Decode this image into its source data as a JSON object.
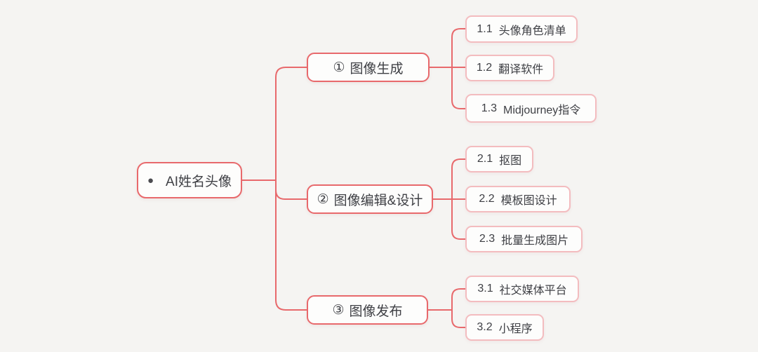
{
  "app": {
    "background_color": "#f5f4f2",
    "accent_color": "#e8696c",
    "leaf_border_color": "#f3bcbf",
    "text_color": "#3f4045"
  },
  "mindmap": {
    "root": {
      "bullet": "●",
      "label": "AI姓名头像"
    },
    "branches": [
      {
        "marker": "①",
        "label": "图像生成",
        "children": [
          {
            "num": "1.1",
            "label": "头像角色清单"
          },
          {
            "num": "1.2",
            "label": "翻译软件"
          },
          {
            "num": "1.3",
            "label": "Midjourney指令"
          }
        ]
      },
      {
        "marker": "②",
        "label": "图像编辑&设计",
        "children": [
          {
            "num": "2.1",
            "label": "抠图"
          },
          {
            "num": "2.2",
            "label": "模板图设计"
          },
          {
            "num": "2.3",
            "label": "批量生成图片"
          }
        ]
      },
      {
        "marker": "③",
        "label": "图像发布",
        "children": [
          {
            "num": "3.1",
            "label": "社交媒体平台"
          },
          {
            "num": "3.2",
            "label": "小程序"
          }
        ]
      }
    ]
  }
}
